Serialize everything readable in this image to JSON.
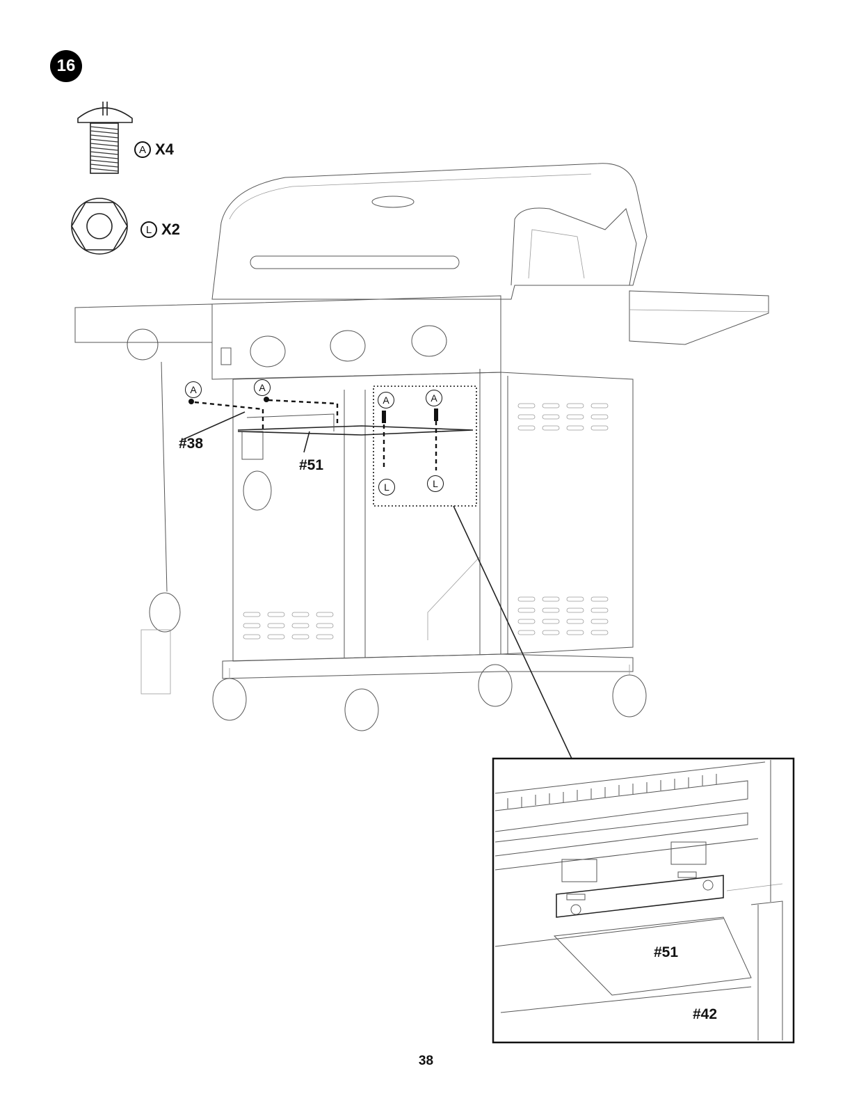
{
  "step": {
    "number": "16"
  },
  "parts": [
    {
      "letter": "A",
      "quantity": "X4",
      "icon": "screw-icon"
    },
    {
      "letter": "L",
      "quantity": "X2",
      "icon": "hex-nut-icon"
    }
  ],
  "labels": {
    "pin_a": "A",
    "pin_l": "L",
    "part_38": "#38",
    "part_51": "#51",
    "inset_51": "#51",
    "inset_42": "#42"
  },
  "page_number": "38"
}
